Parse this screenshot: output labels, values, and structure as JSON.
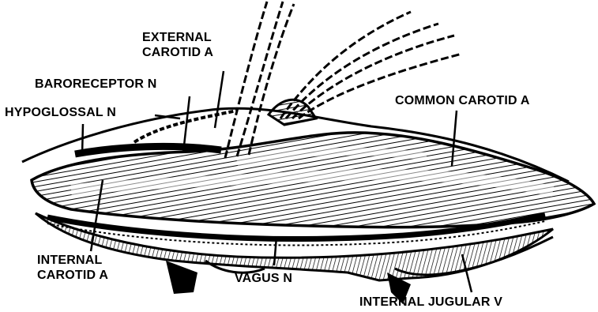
{
  "figure": {
    "labels": {
      "external_carotid_line1": "EXTERNAL",
      "external_carotid_line2": "CAROTID A",
      "baroreceptor": "BARORECEPTOR N",
      "hypoglossal": "HYPOGLOSSAL N",
      "common_carotid": "COMMON CAROTID A",
      "internal_carotid_line1": "INTERNAL",
      "internal_carotid_line2": "CAROTID A",
      "vagus": "VAGUS N",
      "internal_jugular": "INTERNAL JUGULAR V"
    }
  }
}
